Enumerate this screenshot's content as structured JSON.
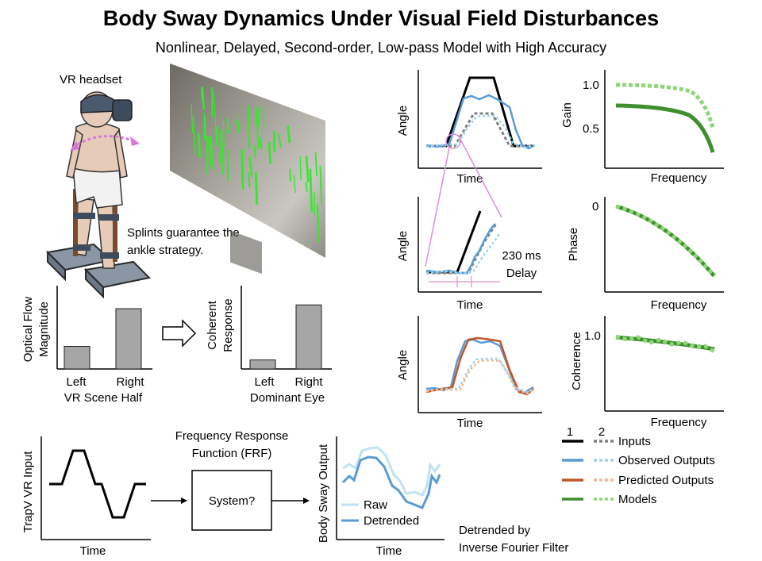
{
  "title": "Body Sway Dynamics Under Visual Field Disturbances",
  "subtitle": "Nonlinear, Delayed, Second-order, Low-pass Model with High Accuracy",
  "illustration": {
    "vr_headset_label": "VR headset",
    "splints_line1": "Splints guarantee the",
    "splints_line2": "ankle strategy."
  },
  "optical_flow_chart": {
    "ylabel_line1": "Optical Flow",
    "ylabel_line2": "Magnitude",
    "categories": [
      "Left",
      "Right"
    ],
    "values": [
      0.3,
      0.8
    ],
    "xlabel": "VR Scene Half"
  },
  "coherent_response_chart": {
    "ylabel_line1": "Coherent",
    "ylabel_line2": "Response",
    "categories": [
      "Left",
      "Right"
    ],
    "values": [
      0.12,
      0.85
    ],
    "xlabel": "Dominant Eye"
  },
  "sway_panels": {
    "angle_label": "Angle",
    "time_label": "Time",
    "delay_value": "230 ms",
    "delay_word": "Delay"
  },
  "frf_panels": {
    "gain_label": "Gain",
    "phase_label": "Phase",
    "coherence_label": "Coherence",
    "frequency_label": "Frequency",
    "gain_ticks": [
      "1.0",
      "0.5"
    ],
    "phase_tick": "0",
    "coherence_tick": "1.0"
  },
  "legend": {
    "col1": "1",
    "col2": "2",
    "items": [
      "Inputs",
      "Observed Outputs",
      "Predicted Outputs",
      "Models"
    ]
  },
  "pipeline": {
    "input_ylabel": "TrapV VR Input",
    "time_label": "Time",
    "frf_line1": "Frequency Response",
    "frf_line2": "Function (FRF)",
    "system_label": "System?",
    "output_ylabel": "Body Sway Output",
    "raw_label": "Raw",
    "detrended_label": "Detrended",
    "footnote_line1": "Detrended by",
    "footnote_line2": "Inverse Fourier Filter"
  },
  "colors": {
    "input": "#000000",
    "input_2": "#808080",
    "observed": "#5b9bd5",
    "observed_2": "#9dd3ea",
    "predicted": "#c0562a",
    "predicted_2": "#f4b994",
    "model": "#3f8f2e",
    "model_2": "#8fd67a",
    "bar": "#a6a6a6",
    "annotation": "#d98fd8"
  },
  "chart_data": [
    {
      "type": "bar",
      "categories": [
        "Left",
        "Right"
      ],
      "values": [
        0.3,
        0.8
      ],
      "xlabel": "VR Scene Half",
      "ylabel": "Optical Flow Magnitude"
    },
    {
      "type": "bar",
      "categories": [
        "Left",
        "Right"
      ],
      "values": [
        0.12,
        0.85
      ],
      "xlabel": "Dominant Eye",
      "ylabel": "Coherent Response"
    }
  ]
}
